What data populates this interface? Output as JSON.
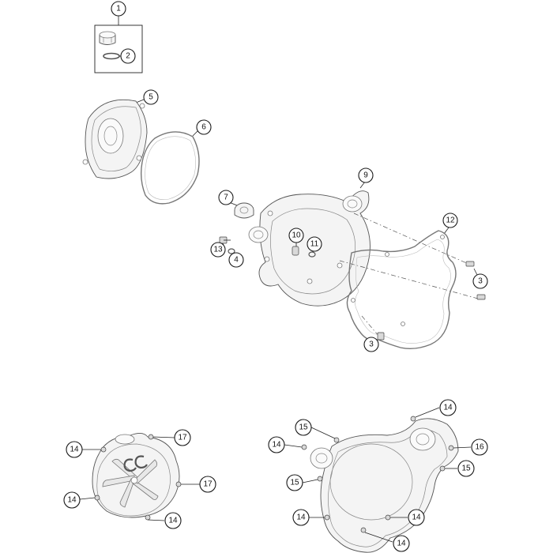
{
  "diagram": {
    "callouts": [
      {
        "id": "c1",
        "label": "1"
      },
      {
        "id": "c2",
        "label": "2"
      },
      {
        "id": "c5",
        "label": "5"
      },
      {
        "id": "c6",
        "label": "6"
      },
      {
        "id": "c7",
        "label": "7"
      },
      {
        "id": "c9",
        "label": "9"
      },
      {
        "id": "c10",
        "label": "10"
      },
      {
        "id": "c11",
        "label": "11"
      },
      {
        "id": "c12",
        "label": "12"
      },
      {
        "id": "c13",
        "label": "13"
      },
      {
        "id": "c4",
        "label": "4"
      },
      {
        "id": "c3a",
        "label": "3"
      },
      {
        "id": "c3b",
        "label": "3"
      },
      {
        "id": "c14a",
        "label": "14"
      },
      {
        "id": "c14b",
        "label": "14"
      },
      {
        "id": "c14c",
        "label": "14"
      },
      {
        "id": "c17a",
        "label": "17"
      },
      {
        "id": "c17b",
        "label": "17"
      },
      {
        "id": "c15a",
        "label": "15"
      },
      {
        "id": "c14d",
        "label": "14"
      },
      {
        "id": "c15b",
        "label": "15"
      },
      {
        "id": "c14e",
        "label": "14"
      },
      {
        "id": "c16",
        "label": "16"
      },
      {
        "id": "c15c",
        "label": "15"
      },
      {
        "id": "c14f",
        "label": "14"
      },
      {
        "id": "c14g",
        "label": "14"
      },
      {
        "id": "c14h",
        "label": "14"
      }
    ]
  }
}
